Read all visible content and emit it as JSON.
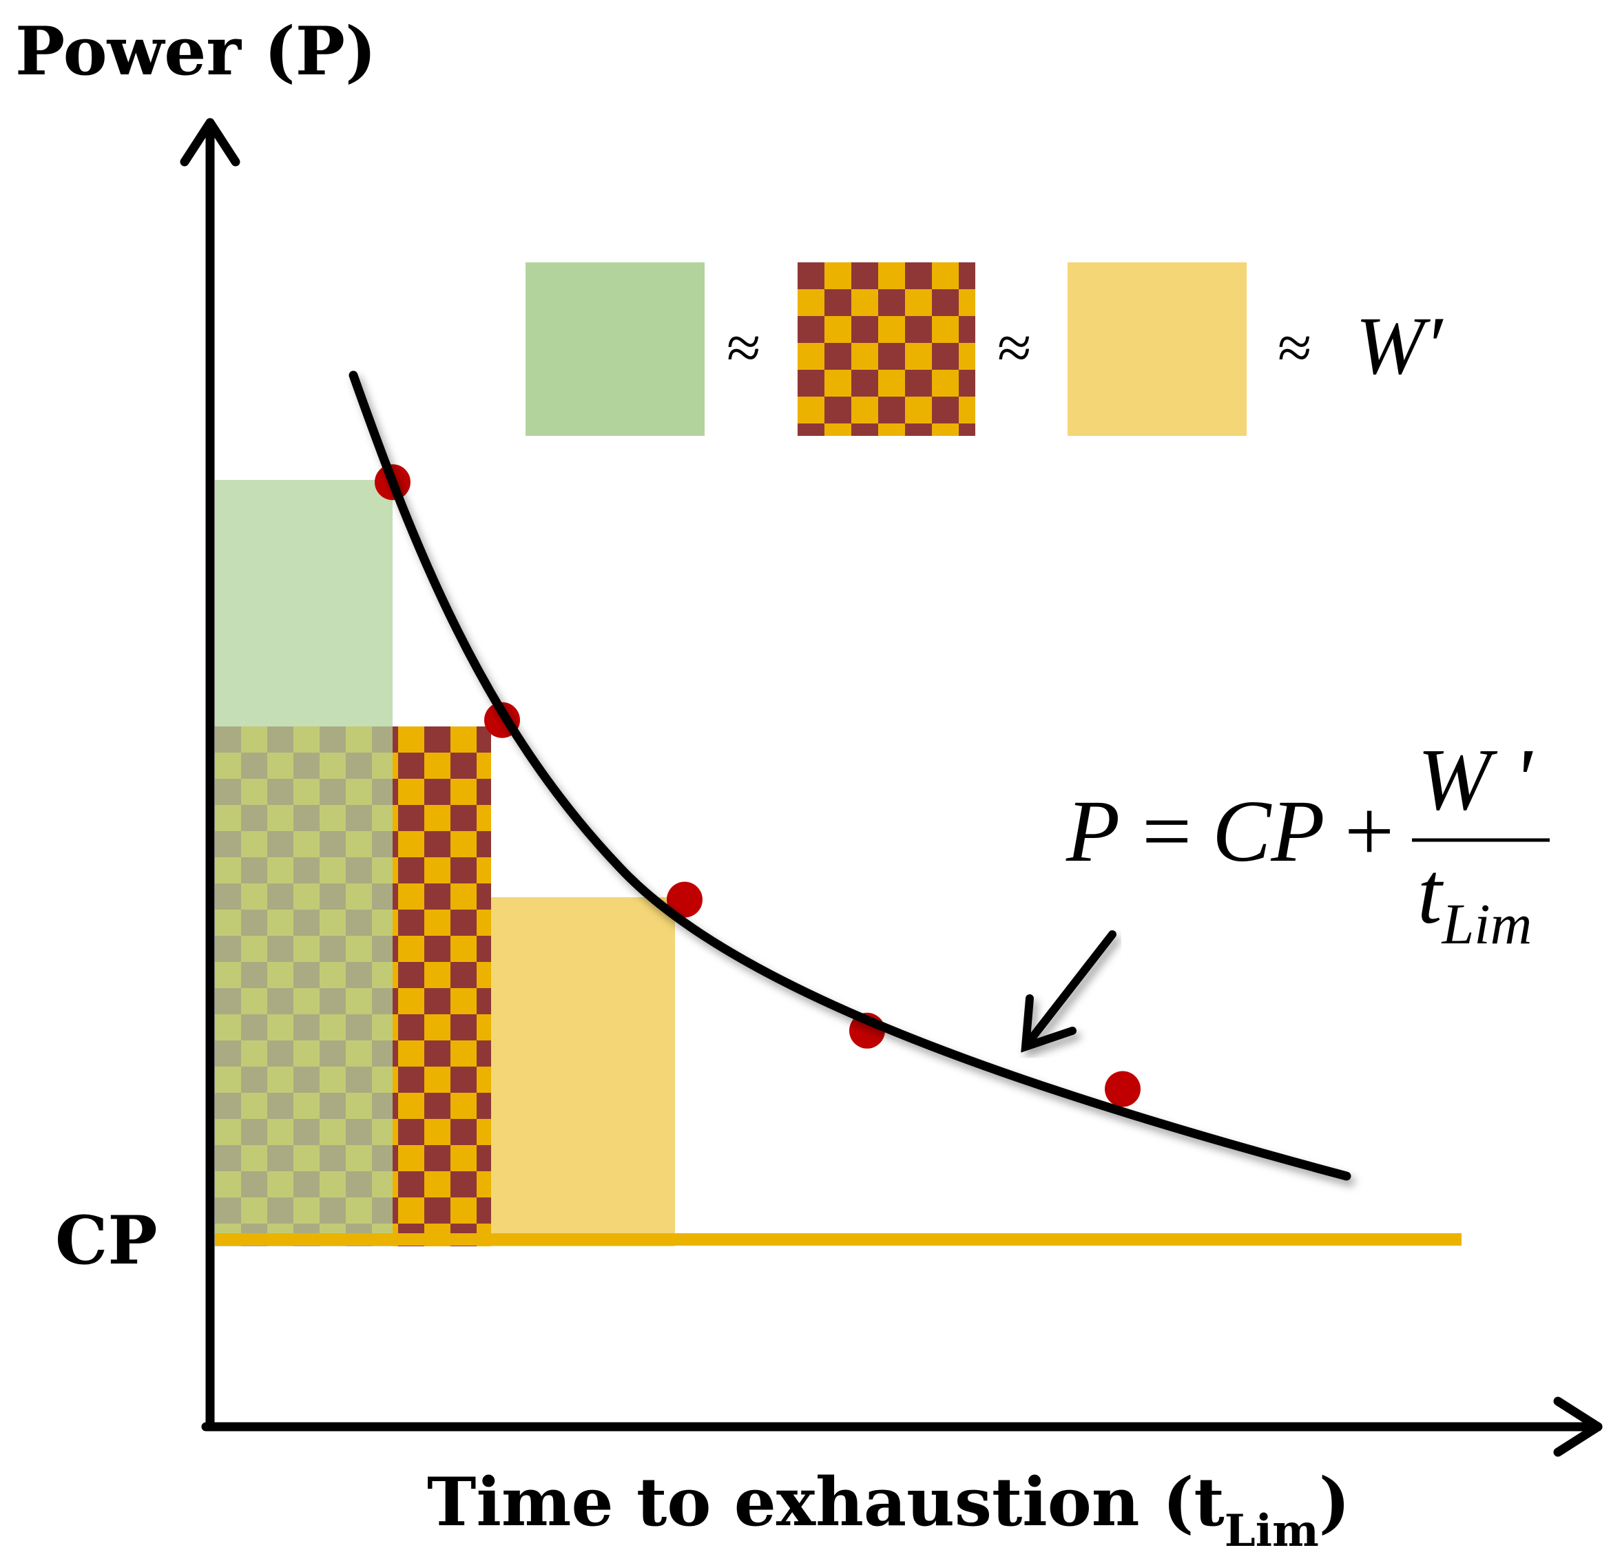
{
  "y_axis": {
    "label": "Power (P)"
  },
  "x_axis": {
    "label_main": "Time to exhaustion (t",
    "label_sub": "Lim",
    "label_close": ")"
  },
  "cp_label": "CP",
  "legend": {
    "approx_1": "≈",
    "approx_2": "≈",
    "approx_3": "≈",
    "w_prime": "W′"
  },
  "equation": {
    "lhs": "P",
    "equals": "=",
    "cp": "CP",
    "plus": "+",
    "numerator": "W '",
    "denominator_t": "t",
    "denominator_sub": "Lim"
  },
  "colors": {
    "green": "#b3d39c",
    "checker_dark": "#8f3737",
    "checker_light": "#ebb300",
    "yellow": "#f4d676",
    "cp_line": "#ebb300",
    "points": "#c00000",
    "curve": "#000000"
  },
  "chart_data": {
    "type": "scatter",
    "points": [
      {
        "t": 1.0,
        "p": 7.8
      },
      {
        "t": 1.6,
        "p": 5.35
      },
      {
        "t": 2.6,
        "p": 3.5
      },
      {
        "t": 3.6,
        "p": 2.15
      },
      {
        "t": 5.0,
        "p": 1.55
      }
    ],
    "cp": 0,
    "curve": "hyperbolic",
    "areas": [
      {
        "name": "green",
        "t_lim": 1.0,
        "p": 7.8
      },
      {
        "name": "checker",
        "t_lim": 1.6,
        "p": 5.3
      },
      {
        "name": "yellow",
        "t_lim": 2.6,
        "p": 3.5
      }
    ]
  }
}
